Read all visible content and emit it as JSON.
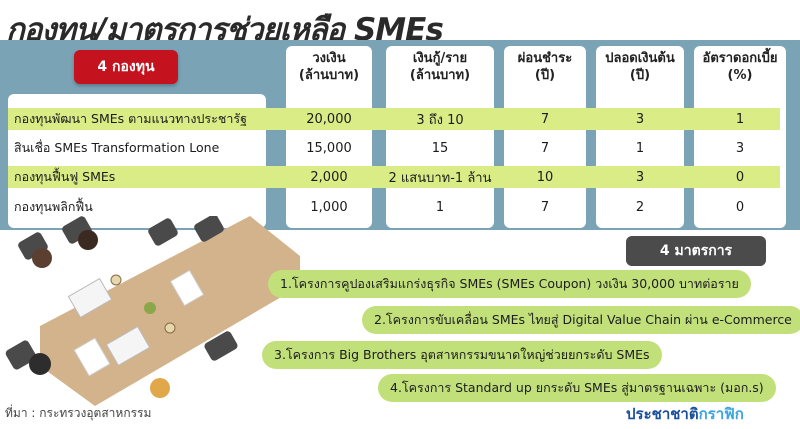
{
  "title": "กองทุน/มาตรการช่วยเหลือ SMEs",
  "funds_badge": "4 กองทุน",
  "columns": [
    {
      "line1": "วงเงิน",
      "line2": "(ล้านบาท)"
    },
    {
      "line1": "เงินกู้/ราย",
      "line2": "(ล้านบาท)"
    },
    {
      "line1": "ผ่อนชำระ",
      "line2": "(ปี)"
    },
    {
      "line1": "ปลอดเงินต้น",
      "line2": "(ปี)"
    },
    {
      "line1": "อัตราดอกเบี้ย",
      "line2": "(%)"
    }
  ],
  "funds": [
    {
      "name": "กองทุนพัฒนา SMEs ตามแนวทางประชารัฐ",
      "values": [
        "20,000",
        "3 ถึง 10",
        "7",
        "3",
        "1"
      ]
    },
    {
      "name": "สินเชื่อ SMEs Transformation Lone",
      "values": [
        "15,000",
        "15",
        "7",
        "1",
        "3"
      ]
    },
    {
      "name": "กองทุนฟื้นฟู SMEs",
      "values": [
        "2,000",
        "2 แสนบาท-1 ล้าน",
        "10",
        "3",
        "0"
      ]
    },
    {
      "name": "กองทุนพลิกฟื้น",
      "values": [
        "1,000",
        "1",
        "7",
        "2",
        "0"
      ]
    }
  ],
  "measures_badge": "4 มาตรการ",
  "measures": [
    "1.โครงการคูปองเสริมแกร่งธุรกิจ SMEs (SMEs Coupon) วงเงิน 30,000 บาทต่อราย",
    "2.โครงการขับเคลื่อน SMEs ไทยสู่ Digital Value Chain ผ่าน e-Commerce",
    "3.โครงการ Big Brothers อุตสาหกรรมขนาดใหญ่ช่วยยกระดับ SMEs",
    "4.โครงการ Standard up ยกระดับ SMEs สู่มาตรฐานเฉพาะ (มอก.s)"
  ],
  "source": "ที่มา : กระทรวงอุตสาหกรรม",
  "logo": {
    "part1": "ประชาชาติ",
    "part2": "กราฟิก"
  },
  "colors": {
    "panel": "#7aa3b5",
    "band": "#d9ec86",
    "badge_red": "#c4131e",
    "badge_dark": "#4b4b4b",
    "measure_green": "#c2e07a"
  }
}
